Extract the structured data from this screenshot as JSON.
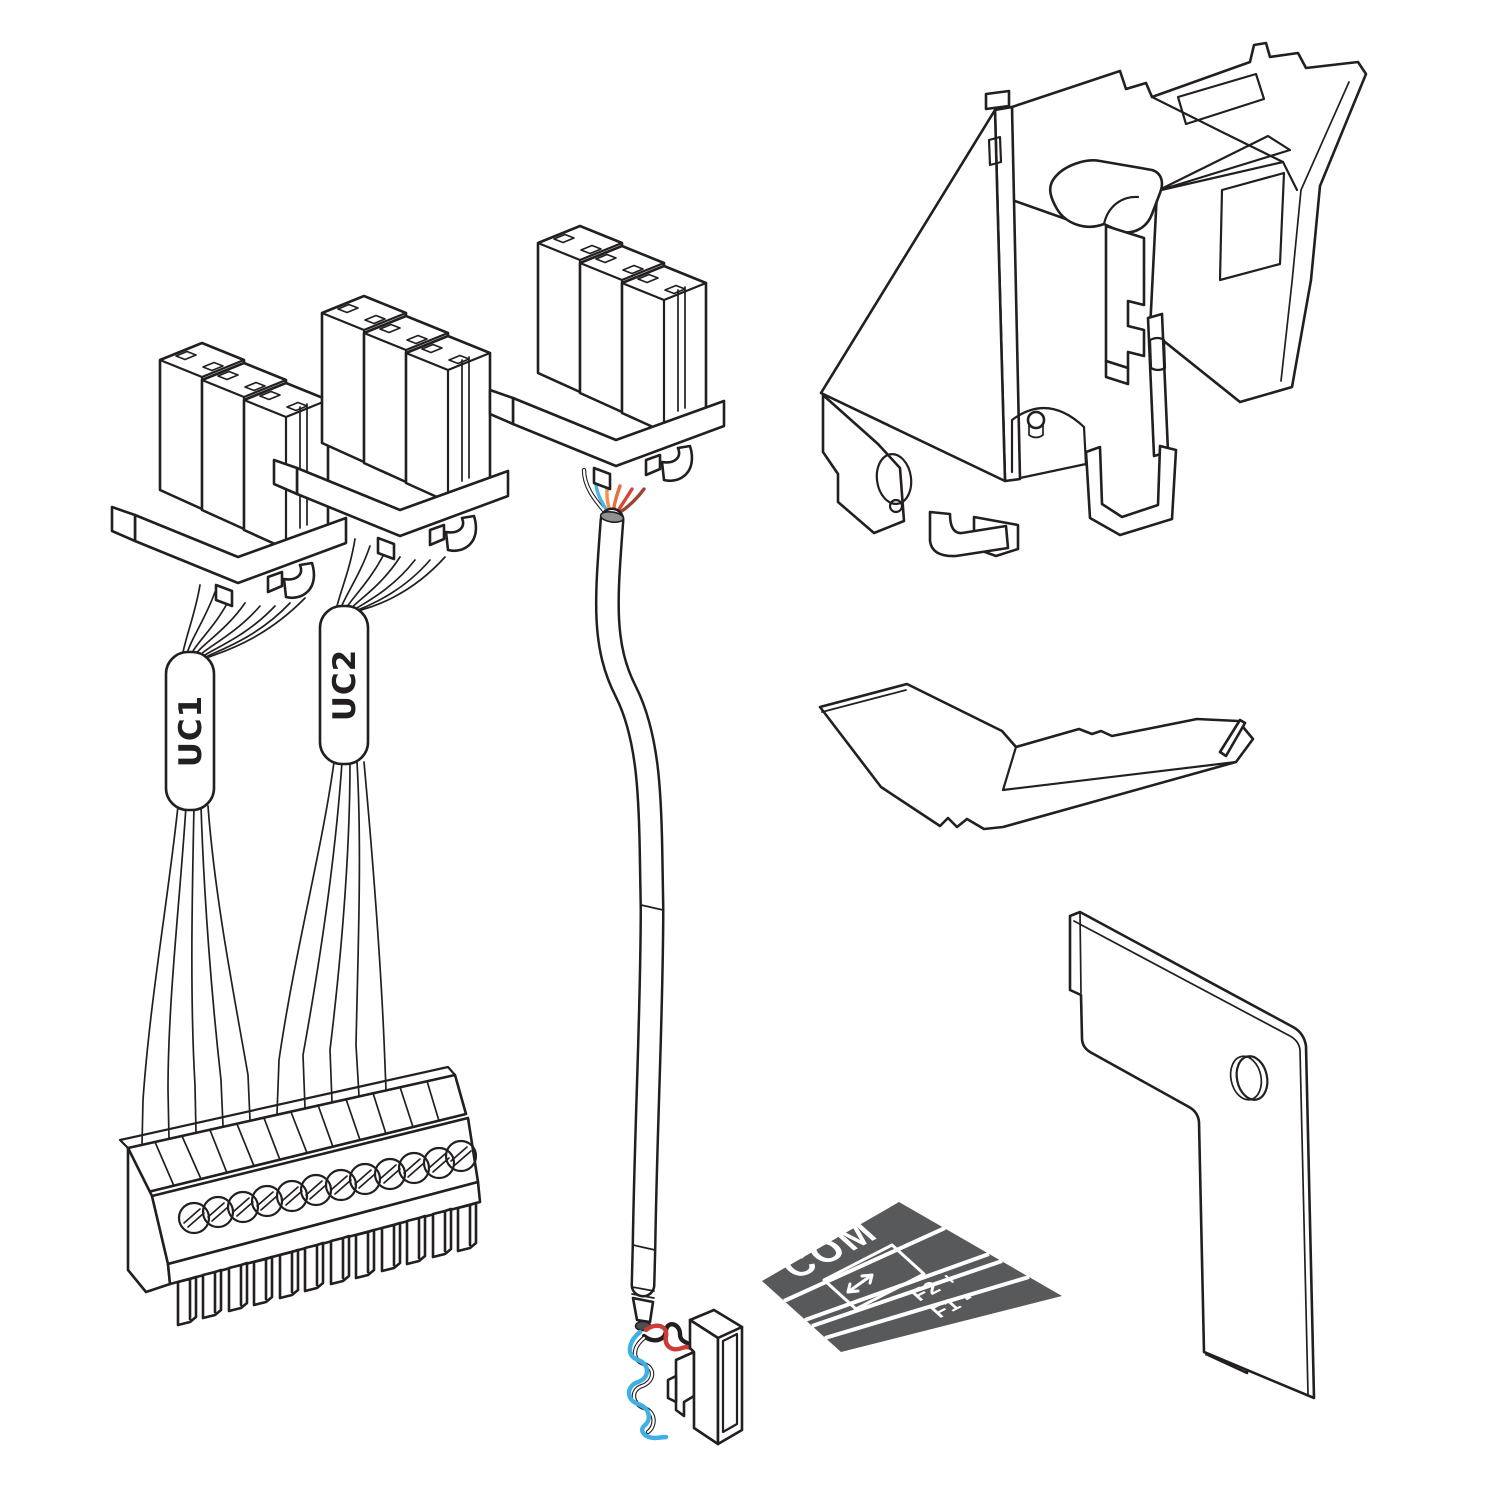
{
  "page": {
    "background": "#ffffff",
    "line_color": "#231f20"
  },
  "labels": {
    "uc1": "UC1",
    "uc2": "UC2"
  },
  "sticker": {
    "title": "COM",
    "row_f2": "F2 +",
    "row_f1": "F1 -",
    "bg_color": "#58595b",
    "text_color": "#ffffff"
  },
  "terminal_block": {
    "screw_count": 12
  },
  "colors": {
    "wire_blue": "#4ab5e2",
    "wire_orange": "#f09150",
    "wire_orange_red": "#e96e3e",
    "wire_red": "#d6453a",
    "wire_dark_red": "#9a4433",
    "pair_red": "#cc3b36",
    "pair_blue": "#3fb0e4"
  }
}
